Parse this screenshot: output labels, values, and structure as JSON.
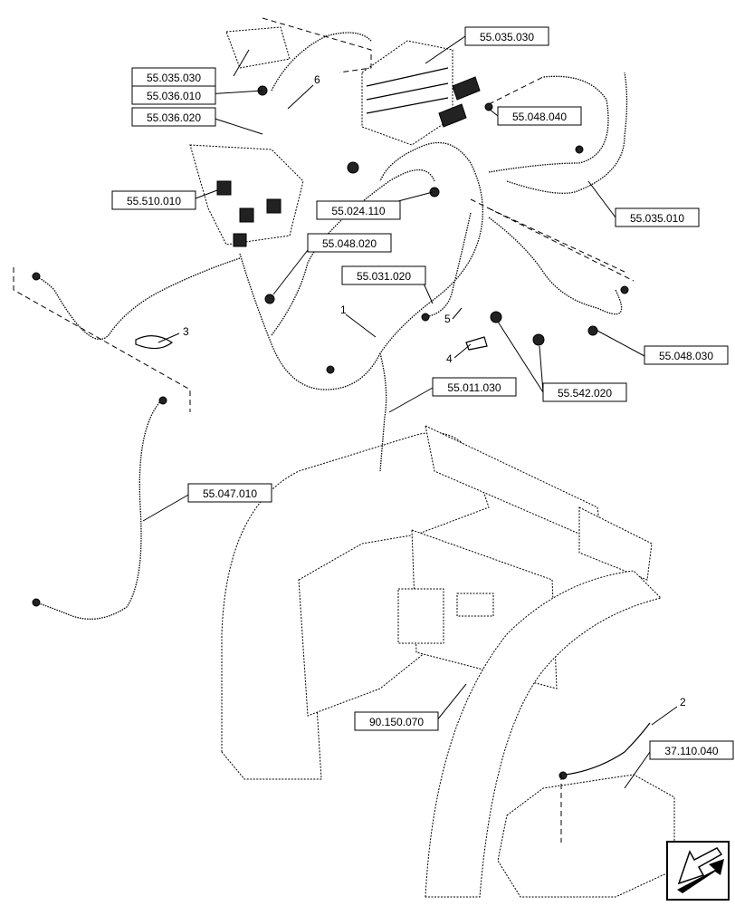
{
  "colors": {
    "ink": "#000000",
    "paper": "#ffffff"
  },
  "callouts": [
    {
      "id": "c1",
      "text": "55.035.030"
    },
    {
      "id": "c2",
      "text": "55.035.030"
    },
    {
      "id": "c3",
      "text": "55.036.010"
    },
    {
      "id": "c4",
      "text": "55.036.020"
    },
    {
      "id": "c5",
      "text": "55.510.010"
    },
    {
      "id": "c6",
      "text": "55.048.040"
    },
    {
      "id": "c7",
      "text": "55.024.110"
    },
    {
      "id": "c8",
      "text": "55.035.010"
    },
    {
      "id": "c9",
      "text": "55.048.020"
    },
    {
      "id": "c10",
      "text": "55.031.020"
    },
    {
      "id": "c11",
      "text": "55.048.030"
    },
    {
      "id": "c12",
      "text": "55.011.030"
    },
    {
      "id": "c13",
      "text": "55.542.020"
    },
    {
      "id": "c14",
      "text": "55.047.010"
    },
    {
      "id": "c15",
      "text": "90.150.070"
    },
    {
      "id": "c16",
      "text": "37.110.040"
    }
  ],
  "item_numbers": [
    "1",
    "2",
    "3",
    "4",
    "5",
    "6"
  ],
  "nav_icon": "arrow-back-icon"
}
